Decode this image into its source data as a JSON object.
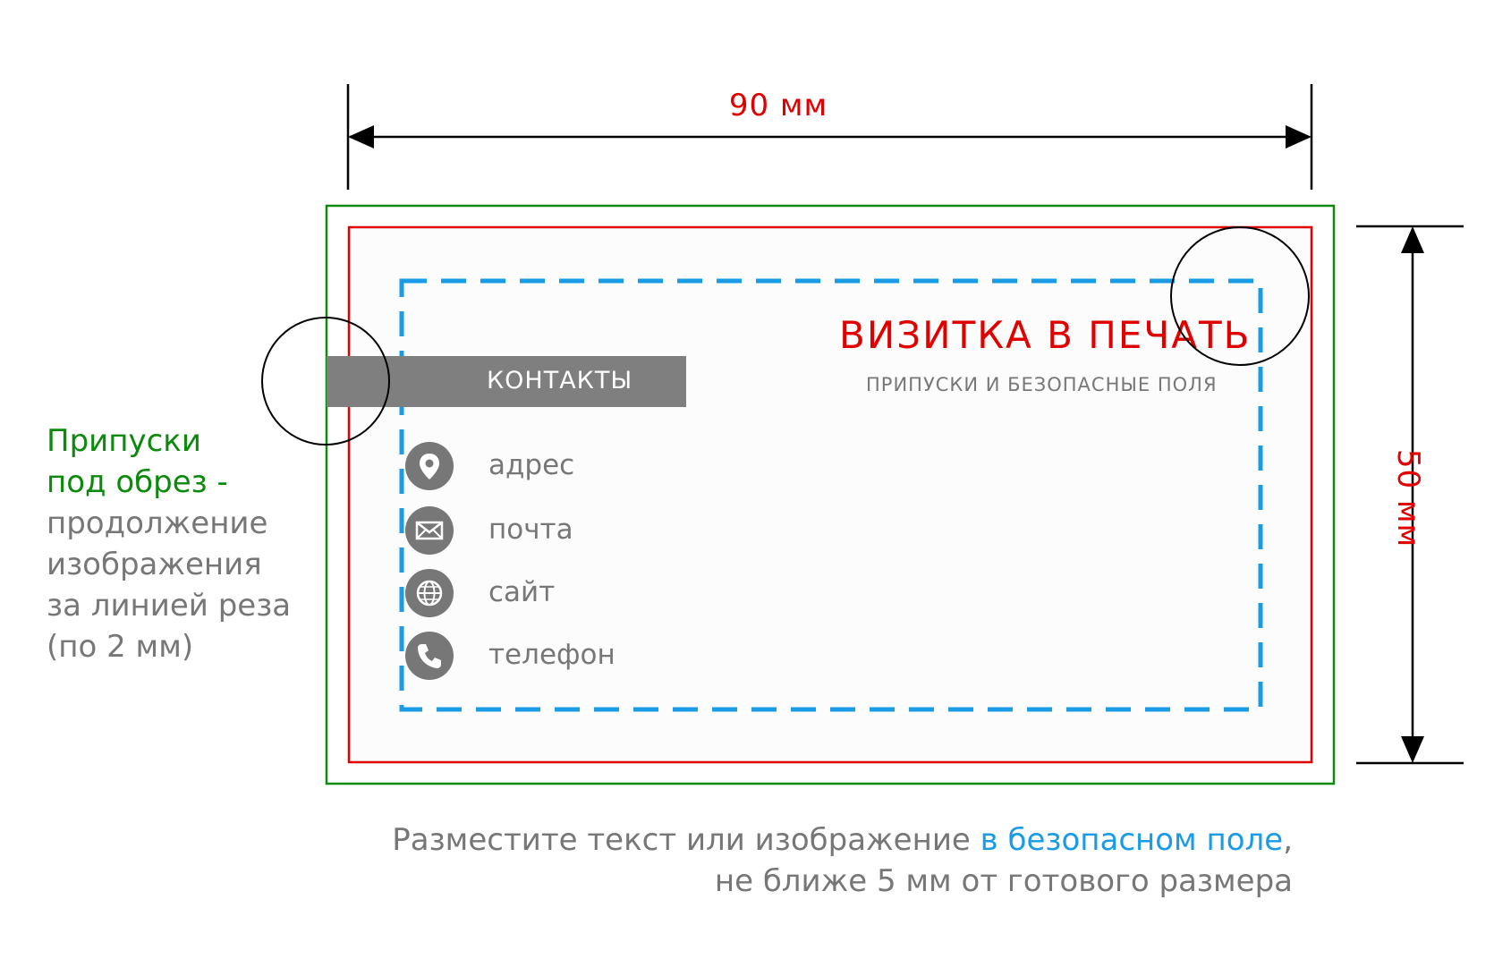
{
  "dimensions": {
    "width": "90 мм",
    "height": "50 мм"
  },
  "card": {
    "title": "ВИЗИТКА В ПЕЧАТЬ",
    "subtitle": "ПРИПУСКИ И БЕЗОПАСНЫЕ ПОЛЯ",
    "contacts_header": "КОНТАКТЫ",
    "contacts": [
      {
        "icon": "location-pin-icon",
        "label": "адрес"
      },
      {
        "icon": "envelope-icon",
        "label": "почта"
      },
      {
        "icon": "globe-icon",
        "label": "сайт"
      },
      {
        "icon": "phone-icon",
        "label": "телефон"
      }
    ]
  },
  "notes": {
    "bleed_title_line1": "Припуски",
    "bleed_title_line2": "под обрез -",
    "bleed_line3": "продолжение",
    "bleed_line4": "изображения",
    "bleed_line5": "за линией реза",
    "bleed_line6": "(по 2 мм)",
    "safe_before": "Разместите текст или изображение ",
    "safe_highlight": "в безопасном поле",
    "safe_after": ",",
    "safe_line2": "не ближе 5 мм от готового размера"
  },
  "colors": {
    "bleed_line": "#0d8a0d",
    "trim_line": "#e00000",
    "safe_line": "#1a9be6",
    "text_gray": "#777777"
  }
}
